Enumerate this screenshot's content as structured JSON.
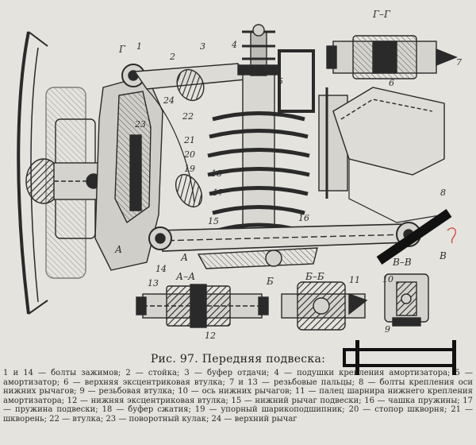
{
  "figure": {
    "section_labels": {
      "gg": "Г–Г",
      "aa": "А–А",
      "bb": "Б–Б",
      "vv": "В–В",
      "g": "Г",
      "a_left": "А",
      "a_right": "А",
      "b": "Б",
      "v": "В"
    },
    "callouts": [
      "1",
      "2",
      "3",
      "4",
      "5",
      "6",
      "7",
      "8",
      "9",
      "10",
      "11",
      "12",
      "13",
      "14",
      "15",
      "16",
      "17",
      "18",
      "19",
      "20",
      "21",
      "22",
      "23",
      "24"
    ]
  },
  "caption": {
    "title": "Рис. 97. Передняя подвеска:",
    "text": "1 и 14 — болты зажимов; 2 — стойка; 3 — буфер отдачи; 4 — подушки крепления амортизатора; 5 — амортизатор; 6 — верхняя эксцентриковая втулка; 7 и 13 — резьбовые пальцы; 8 — болты крепления оси нижних рычагов; 9 — резьбовая втулка; 10 — ось нижних рычагов; 11 — палец шарнира нижнего крепления амортизатора; 12 — нижняя эксцентриковая втулка; 15 — нижний рычаг подвески; 16 — чашка пружины; 17 — пружина подвески; 18 — буфер сжатия; 19 — упорный шарикоподшипник; 20 — стопор шкворня; 21 — шкворень; 22 — втулка; 23 — поворотный кулак; 24 — верхний рычаг"
  },
  "colors": {
    "paper": "#e4e3dd",
    "ink": "#262626",
    "annotation_red": "#d84a4a"
  }
}
